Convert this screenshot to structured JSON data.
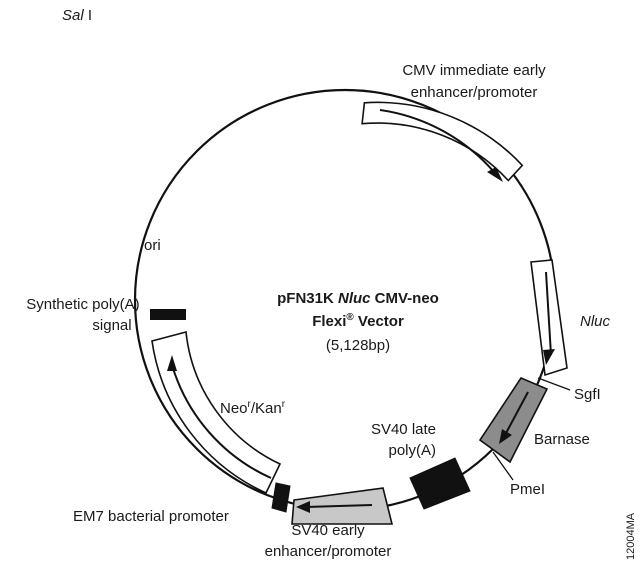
{
  "vector": {
    "name_prefix": "pFN31K ",
    "name_italic": "Nluc",
    "name_suffix": " CMV-neo",
    "line2_main": "Flexi",
    "line2_reg": "®",
    "line2_tail": " Vector",
    "size": "(5,128bp)"
  },
  "figure_code": "12004MA",
  "colors": {
    "line": "#111111",
    "white_box": "#ffffff",
    "light_gray_box": "#c8c8c8",
    "dark_gray_box": "#8c8c8c",
    "black_box": "#111111"
  },
  "labels": {
    "sali_italic": "Sal",
    "sali_tail": " I",
    "cmv_line1": "CMV immediate early",
    "cmv_line2": "enhancer/promoter",
    "nluc": "Nluc",
    "sgfi": "SgfI",
    "barnase": "Barnase",
    "pmei": "PmeI",
    "sv40late_line1": "SV40 late",
    "sv40late_line2": "poly(A)",
    "sv40early_line1": "SV40 early",
    "sv40early_line2": "enhancer/promoter",
    "em7": "EM7 bacterial promoter",
    "neo_main": "Neo",
    "neo_sup1": "r",
    "neo_mid": "/Kan",
    "neo_sup2": "r",
    "ori": "ori",
    "synpa_line1": "Synthetic poly(A)",
    "synpa_line2": "signal"
  }
}
